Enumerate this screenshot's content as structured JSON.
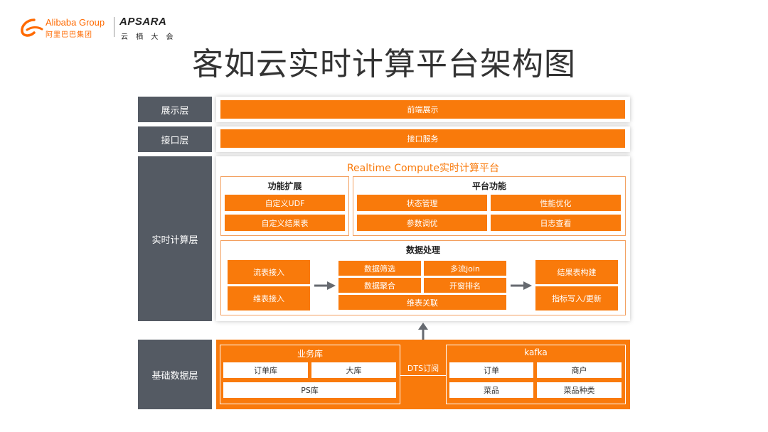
{
  "header": {
    "alibaba_en": "Alibaba Group",
    "alibaba_cn": "阿里巴巴集团",
    "apsara_en": "APSARA",
    "apsara_cn": "云 栖 大 会"
  },
  "title": "客如云实时计算平台架构图",
  "layers": {
    "display": {
      "label": "展示层",
      "bar": "前端展示"
    },
    "interface": {
      "label": "接口层",
      "bar": "接口服务"
    },
    "compute": {
      "label": "实时计算层"
    },
    "base": {
      "label": "基础数据层"
    }
  },
  "platform": {
    "title": "Realtime Compute实时计算平台",
    "extension": {
      "title": "功能扩展",
      "items": [
        "自定义UDF",
        "自定义结果表"
      ]
    },
    "functions": {
      "title": "平台功能",
      "items": [
        "状态管理",
        "性能优化",
        "参数调优",
        "日志查看"
      ]
    },
    "processing": {
      "title": "数据处理",
      "inputs": [
        "流表接入",
        "维表接入"
      ],
      "ops": [
        "数据筛选",
        "多流join",
        "数据聚合",
        "开窗排名",
        "维表关联"
      ],
      "outputs": [
        "结果表构建",
        "指标写入/更新"
      ]
    }
  },
  "base": {
    "business_db": {
      "title": "业务库",
      "items": [
        "订单库",
        "大库",
        "PS库"
      ]
    },
    "sync_label": "DTS订阅",
    "kafka": {
      "title": "kafka",
      "items": [
        "订单",
        "商户",
        "菜品",
        "菜品种类"
      ]
    }
  },
  "colors": {
    "orange": "#f97a0b",
    "label_gray": "#545a63",
    "arrow_gray": "#666a70"
  }
}
